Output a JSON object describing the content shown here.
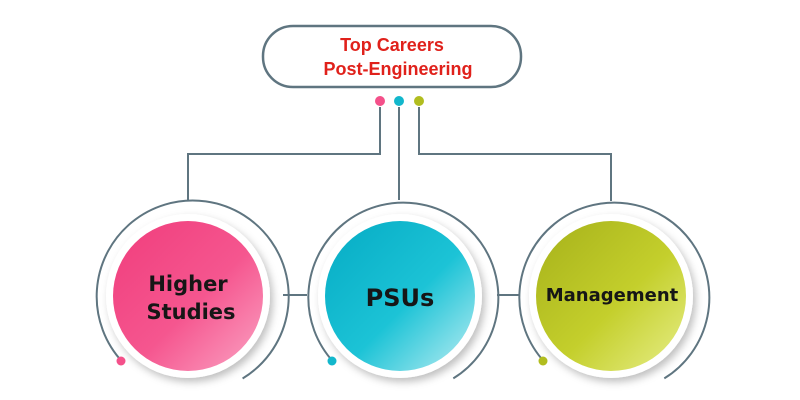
{
  "title": {
    "line1": "Top Careers",
    "line2": "Post-Engineering"
  },
  "nodes": [
    {
      "id": "higher-studies",
      "line1": "Higher",
      "line2": "Studies"
    },
    {
      "id": "psus",
      "line1": "PSUs"
    },
    {
      "id": "management",
      "line1": "Management"
    }
  ],
  "colors": {
    "title_text": "#e0211b",
    "outline": "#5f7580",
    "pink": "#f4508a",
    "cyan": "#12b7cc",
    "olive": "#b1bd1f"
  }
}
